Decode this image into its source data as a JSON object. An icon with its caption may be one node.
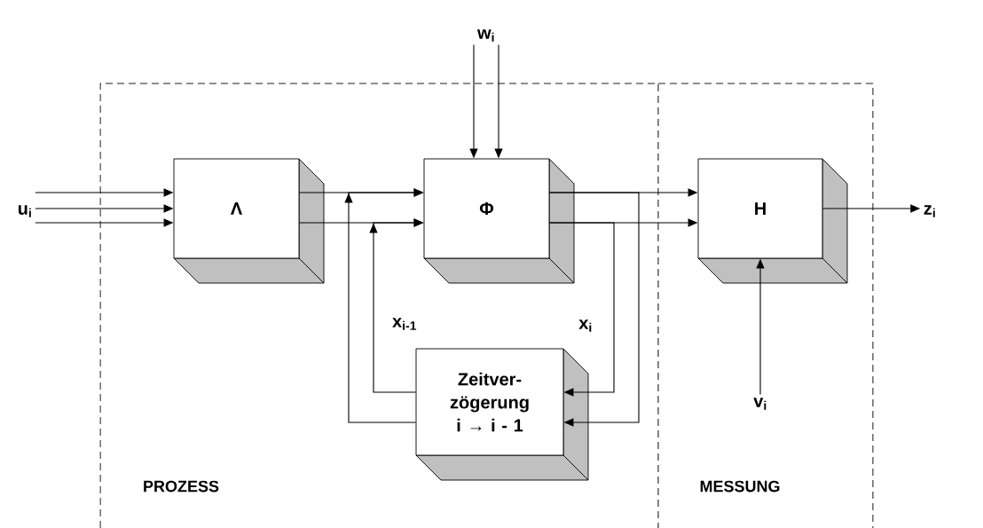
{
  "diagram": {
    "nodes": [
      {
        "text": [
          "w$_{i}$"
        ]
      },
      {
        "text": [
          "PROZESS"
        ]
      },
      {
        "text": [
          "MESSUNG"
        ]
      },
      {
        "text": [
          "u$_{i}$"
        ]
      },
      {
        "text": [
          "Λ"
        ],
        "in": 1
      },
      {
        "text": [
          "Φ"
        ],
        "in": 1
      },
      {
        "text": [
          "H"
        ],
        "in": 2
      },
      {
        "text": [
          "z$_{i}$"
        ]
      },
      {
        "text": [
          "Zeitver- zögerung i → i - 1"
        ],
        "in": 1
      },
      {
        "text": [
          "v$_{i}$"
        ],
        "in": 2
      }
    ],
    "edges": [
      {
        "from": 3,
        "to": 4,
        "arrow": "to"
      },
      {
        "from": 3,
        "to": 4,
        "arrow": "to"
      },
      {
        "from": 3,
        "to": 4,
        "arrow": "to"
      },
      {
        "from": 0,
        "to": 5,
        "arrow": "to"
      },
      {
        "from": 0,
        "to": 5,
        "arrow": "to"
      },
      {
        "from": 4,
        "to": 5,
        "arrow": "to"
      },
      {
        "from": 4,
        "to": 5,
        "arrow": "to"
      },
      {
        "from": 5,
        "to": 6,
        "arrow": "to"
      },
      {
        "from": 5,
        "to": 6,
        "arrow": "to"
      },
      {
        "from": 6,
        "to": 7,
        "arrow": "to"
      },
      {
        "from": 9,
        "to": 6,
        "arrow": "to"
      },
      {
        "from": 5,
        "to": 8,
        "arrow": "to",
        "label": "x$_{i}$"
      },
      {
        "from": 5,
        "to": 8,
        "arrow": "to"
      },
      {
        "from": 8,
        "to": 5,
        "arrow": "to",
        "label": "x$_{i-1}$"
      },
      {
        "from": 8,
        "to": 5,
        "arrow": "to"
      }
    ]
  }
}
